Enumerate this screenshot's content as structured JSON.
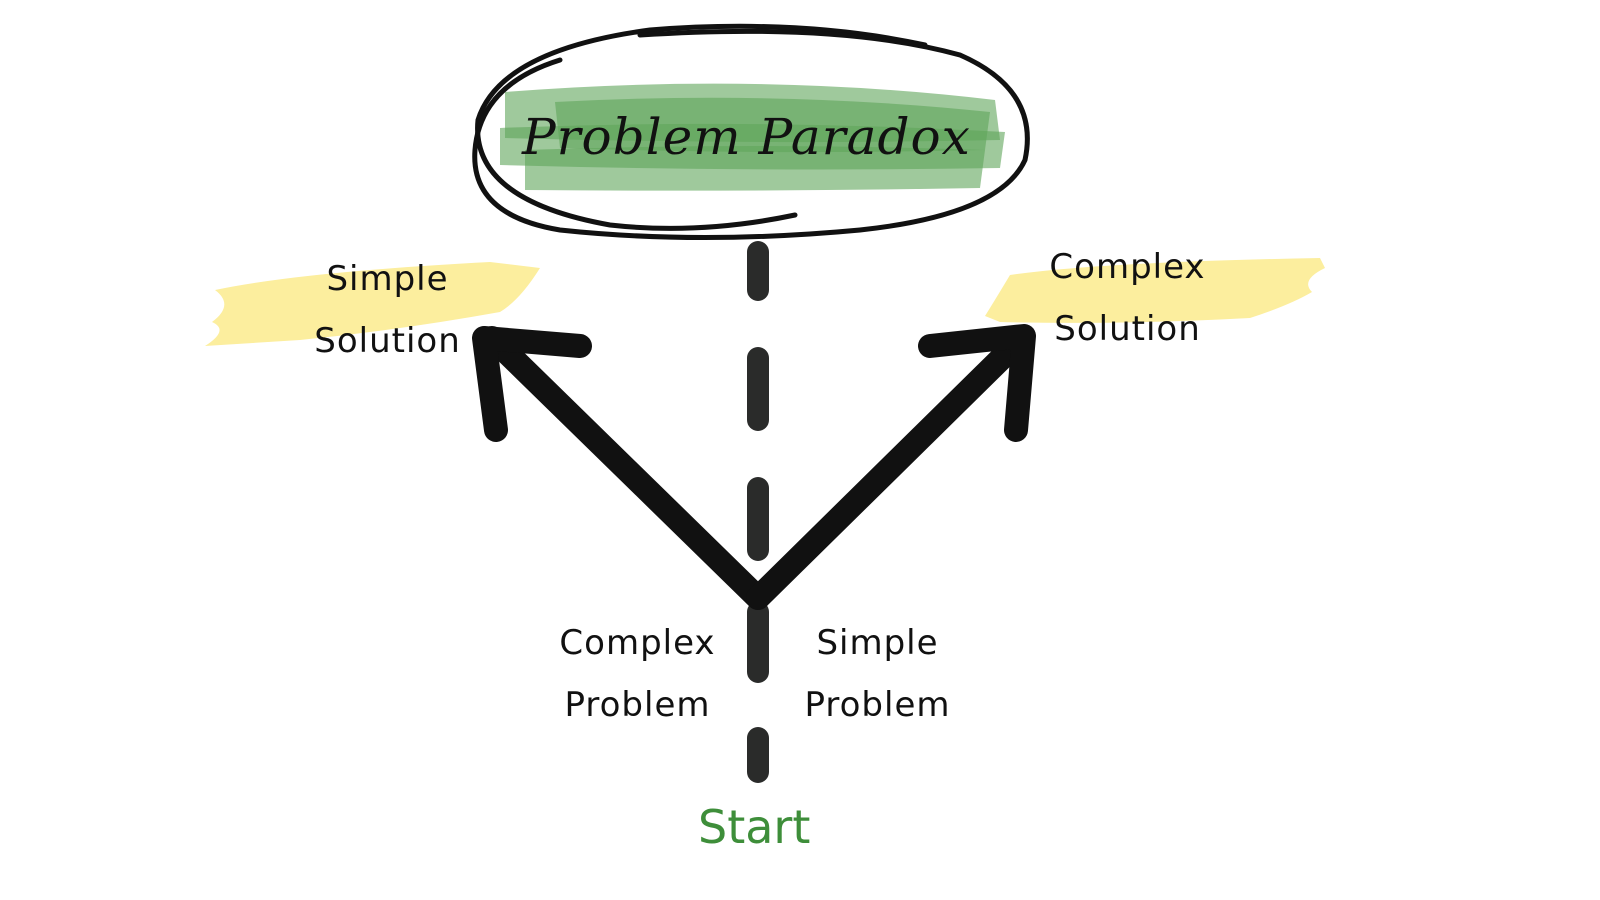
{
  "diagram": {
    "title": "Problem Paradox",
    "start_label": "Start",
    "left_branch": {
      "problem": [
        "Complex",
        "Problem"
      ],
      "solution": [
        "Simple",
        "Solution"
      ]
    },
    "right_branch": {
      "problem": [
        "Simple",
        "Problem"
      ],
      "solution": [
        "Complex",
        "Solution"
      ]
    }
  },
  "colors": {
    "title_highlight": "#5fa55a",
    "solution_highlight": "#fcee9e",
    "start_text": "#3e8e3a",
    "ink": "#111111",
    "dash": "#2a2b2a"
  }
}
